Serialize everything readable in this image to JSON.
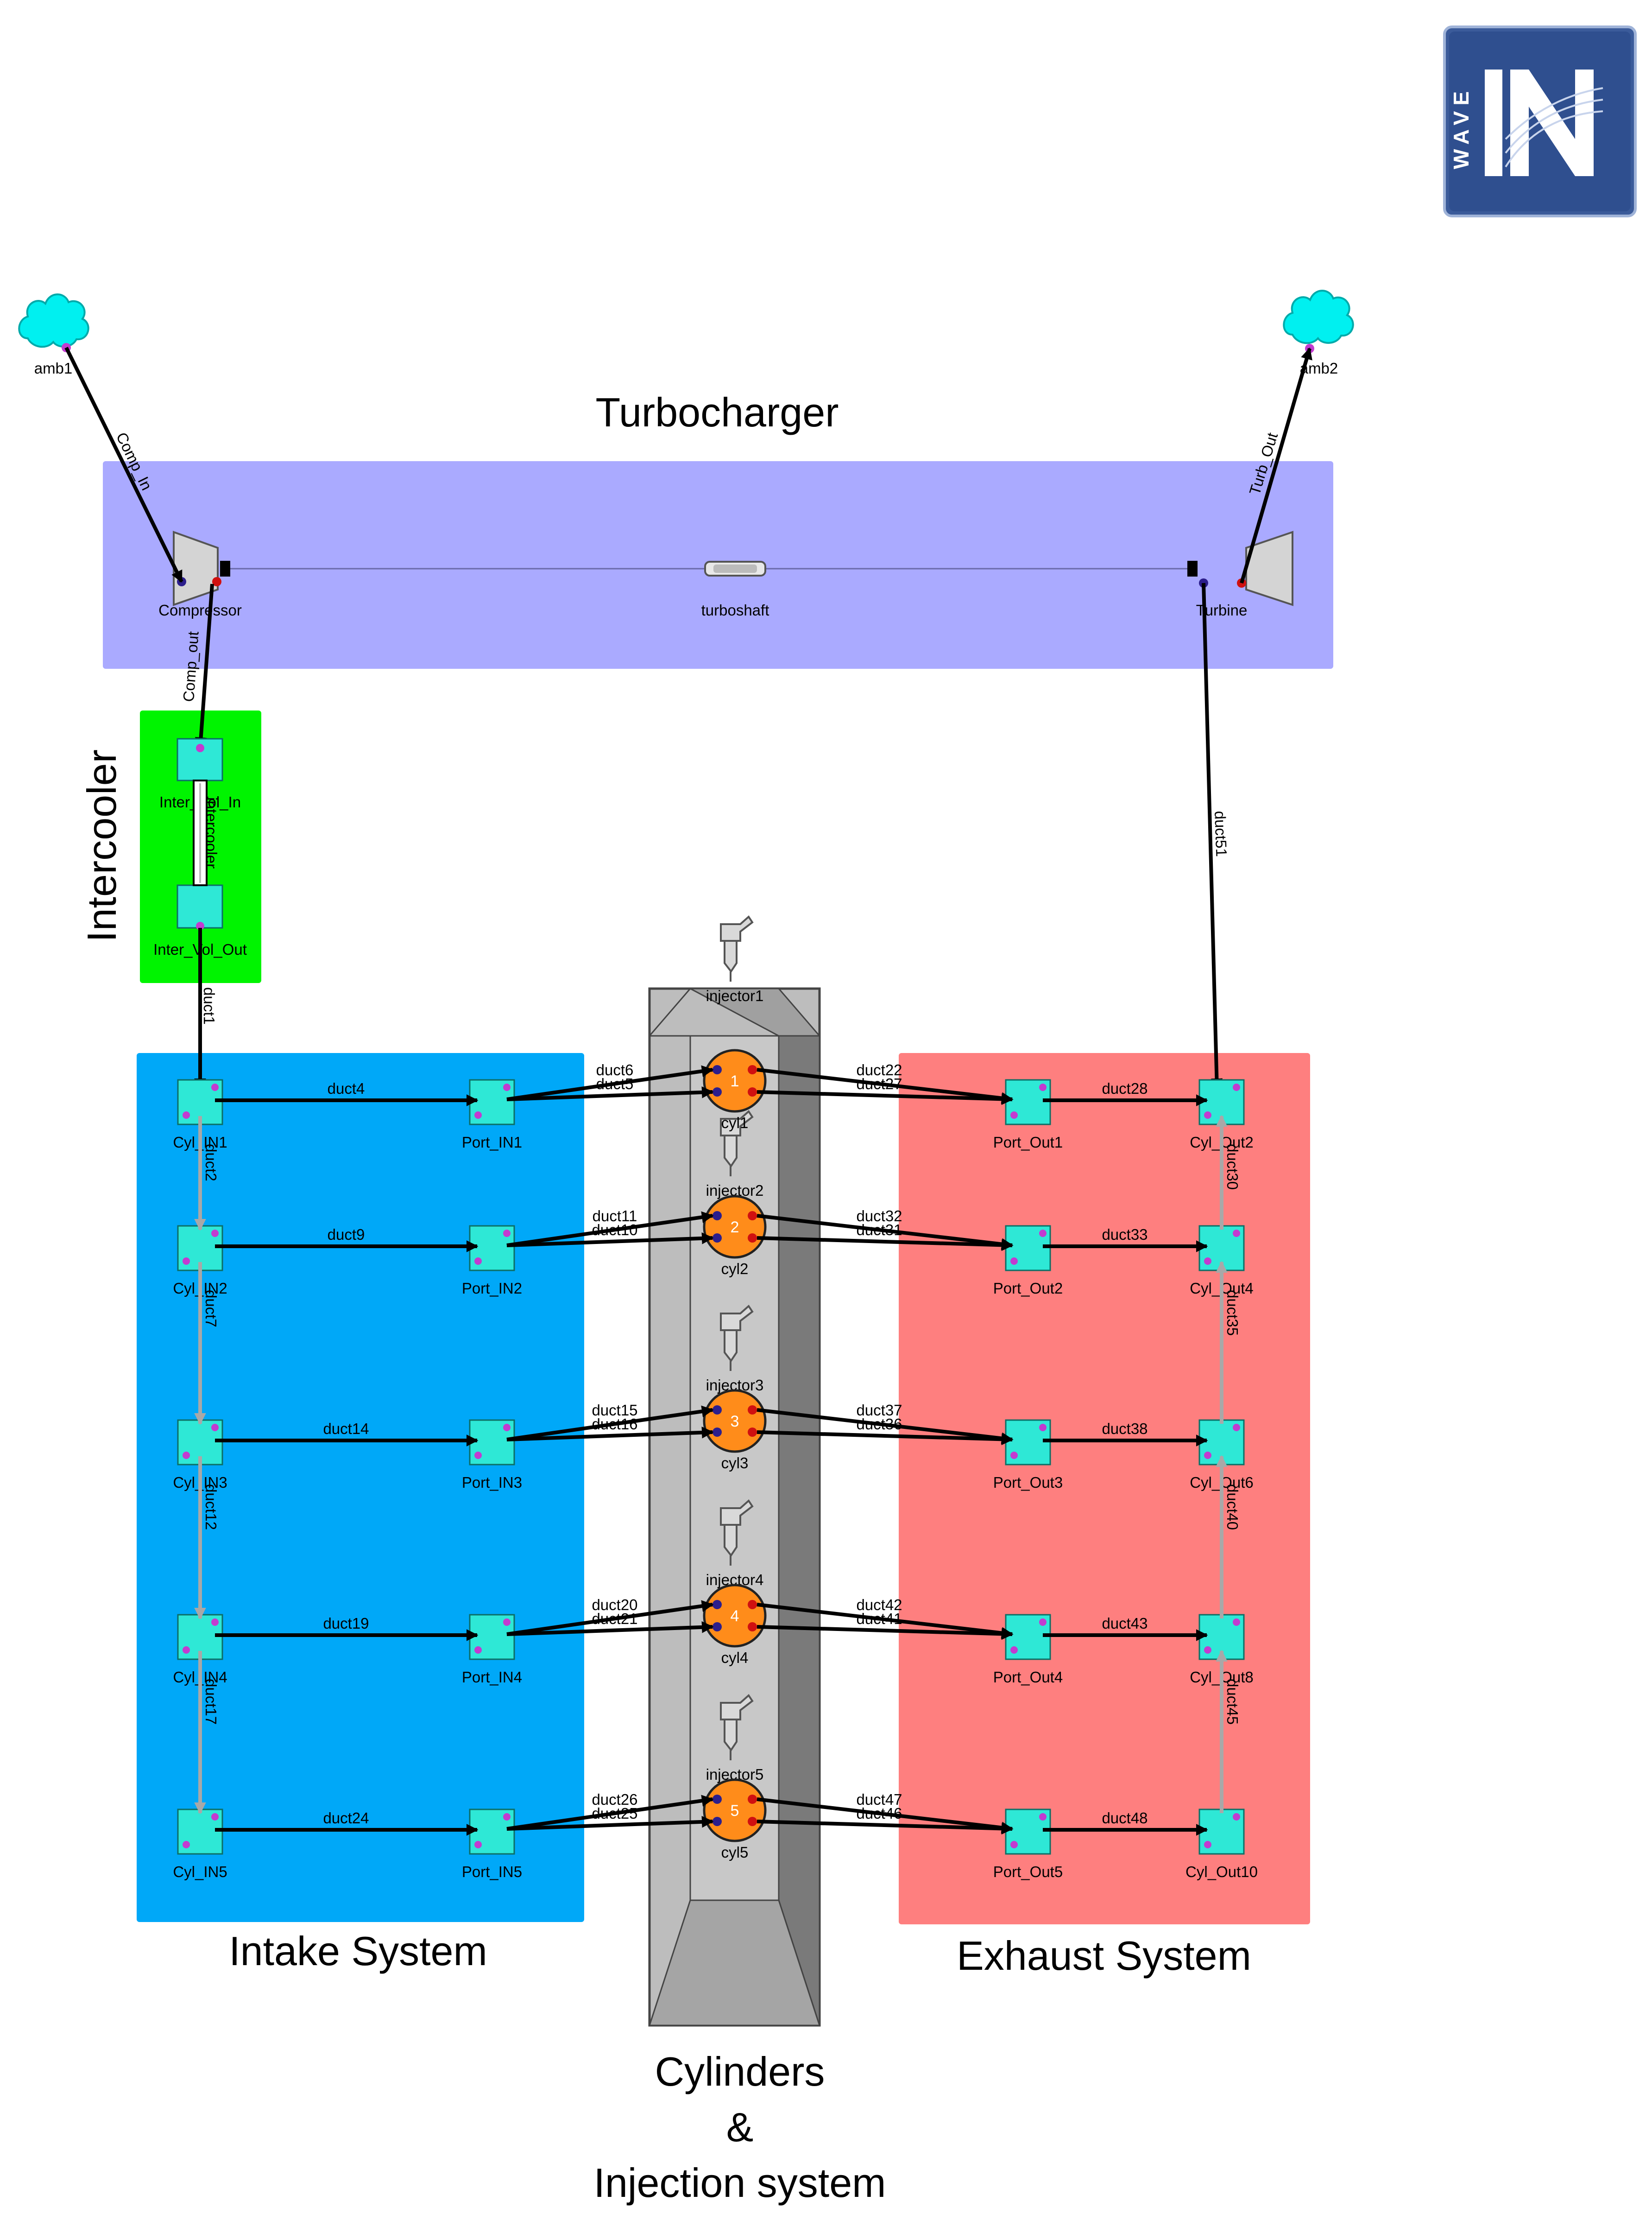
{
  "logo": {
    "letters": "WAVE"
  },
  "regions": {
    "turbocharger": {
      "title": "Turbocharger",
      "color": "#aaaaff"
    },
    "intercooler": {
      "title": "Intercooler",
      "color": "#00f400"
    },
    "intake": {
      "title": "Intake System",
      "color": "#00a8f8"
    },
    "exhaust": {
      "title": "Exhaust System",
      "color": "#fe7f7f"
    },
    "cylinders": {
      "title_line1": "Cylinders",
      "title_line2": "&",
      "title_line3": "Injection system"
    }
  },
  "ambients": [
    {
      "id": "amb1",
      "label": "amb1",
      "color": "#00f0f0"
    },
    {
      "id": "amb2",
      "label": "amb2",
      "color": "#00f0f0"
    }
  ],
  "turbo": {
    "compressor": "Compressor",
    "turbine": "Turbine",
    "shaft": "turboshaft"
  },
  "intercooler_nodes": {
    "inlet": "Inter_Vol_In",
    "outlet": "Inter_Vol_Out",
    "core": "intercooler"
  },
  "cylinders": [
    {
      "num": "1",
      "label": "cyl1",
      "injector": "injector1"
    },
    {
      "num": "2",
      "label": "cyl2",
      "injector": "injector2"
    },
    {
      "num": "3",
      "label": "cyl3",
      "injector": "injector3"
    },
    {
      "num": "4",
      "label": "cyl4",
      "injector": "injector4"
    },
    {
      "num": "5",
      "label": "cyl5",
      "injector": "injector5"
    }
  ],
  "intake_rows": [
    {
      "cyl_in": "Cyl_IN1",
      "port_in": "Port_IN1",
      "duct_mid": "duct4",
      "duct_a": "duct6",
      "duct_b": "duct5"
    },
    {
      "cyl_in": "Cyl_IN2",
      "port_in": "Port_IN2",
      "duct_mid": "duct9",
      "duct_a": "duct11",
      "duct_b": "duct10"
    },
    {
      "cyl_in": "Cyl_IN3",
      "port_in": "Port_IN3",
      "duct_mid": "duct14",
      "duct_a": "duct15",
      "duct_b": "duct16"
    },
    {
      "cyl_in": "Cyl_IN4",
      "port_in": "Port_IN4",
      "duct_mid": "duct19",
      "duct_a": "duct20",
      "duct_b": "duct21"
    },
    {
      "cyl_in": "Cyl_IN5",
      "port_in": "Port_IN5",
      "duct_mid": "duct24",
      "duct_a": "duct26",
      "duct_b": "duct25"
    }
  ],
  "exhaust_rows": [
    {
      "port_out": "Port_Out1",
      "cyl_out": "Cyl_Out2",
      "duct_mid": "duct28",
      "duct_a": "duct22",
      "duct_b": "duct27"
    },
    {
      "port_out": "Port_Out2",
      "cyl_out": "Cyl_Out4",
      "duct_mid": "duct33",
      "duct_a": "duct32",
      "duct_b": "duct31"
    },
    {
      "port_out": "Port_Out3",
      "cyl_out": "Cyl_Out6",
      "duct_mid": "duct38",
      "duct_a": "duct37",
      "duct_b": "duct36"
    },
    {
      "port_out": "Port_Out4",
      "cyl_out": "Cyl_Out8",
      "duct_mid": "duct43",
      "duct_a": "duct42",
      "duct_b": "duct41"
    },
    {
      "port_out": "Port_Out5",
      "cyl_out": "Cyl_Out10",
      "duct_mid": "duct48",
      "duct_a": "duct47",
      "duct_b": "duct46"
    }
  ],
  "intake_vertical_ducts": [
    "duct2",
    "duct7",
    "duct12",
    "duct17"
  ],
  "exhaust_vertical_ducts": [
    "duct30",
    "duct35",
    "duct40",
    "duct45"
  ],
  "ducts": {
    "comp_in": "Comp_In",
    "comp_out": "Comp_out",
    "turb_out": "Turb_Out",
    "duct1": "duct1",
    "duct51": "duct51"
  }
}
